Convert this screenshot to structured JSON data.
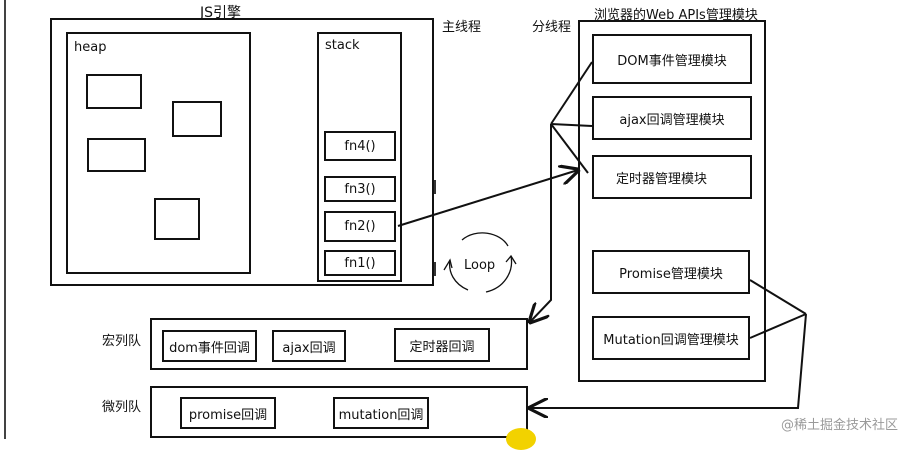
{
  "engine": {
    "title": "JS引擎",
    "main_thread_label": "主线程",
    "heap_label": "heap",
    "stack_label": "stack",
    "stack_frames": [
      "fn4()",
      "fn3()",
      "fn2()",
      "fn1()"
    ]
  },
  "webapis": {
    "thread_label": "分线程",
    "title": "浏览器的Web APIs管理模块",
    "modules": [
      "DOM事件管理模块",
      "ajax回调管理模块",
      "定时器管理模块",
      "Promise管理模块",
      "Mutation回调管理模块"
    ]
  },
  "loop_label": "Loop",
  "macro_queue": {
    "label": "宏列队",
    "items": [
      "dom事件回调",
      "ajax回调",
      "定时器回调"
    ]
  },
  "micro_queue": {
    "label": "微列队",
    "items": [
      "promise回调",
      "mutation回调"
    ]
  },
  "watermark": "@稀土掘金技术社区"
}
